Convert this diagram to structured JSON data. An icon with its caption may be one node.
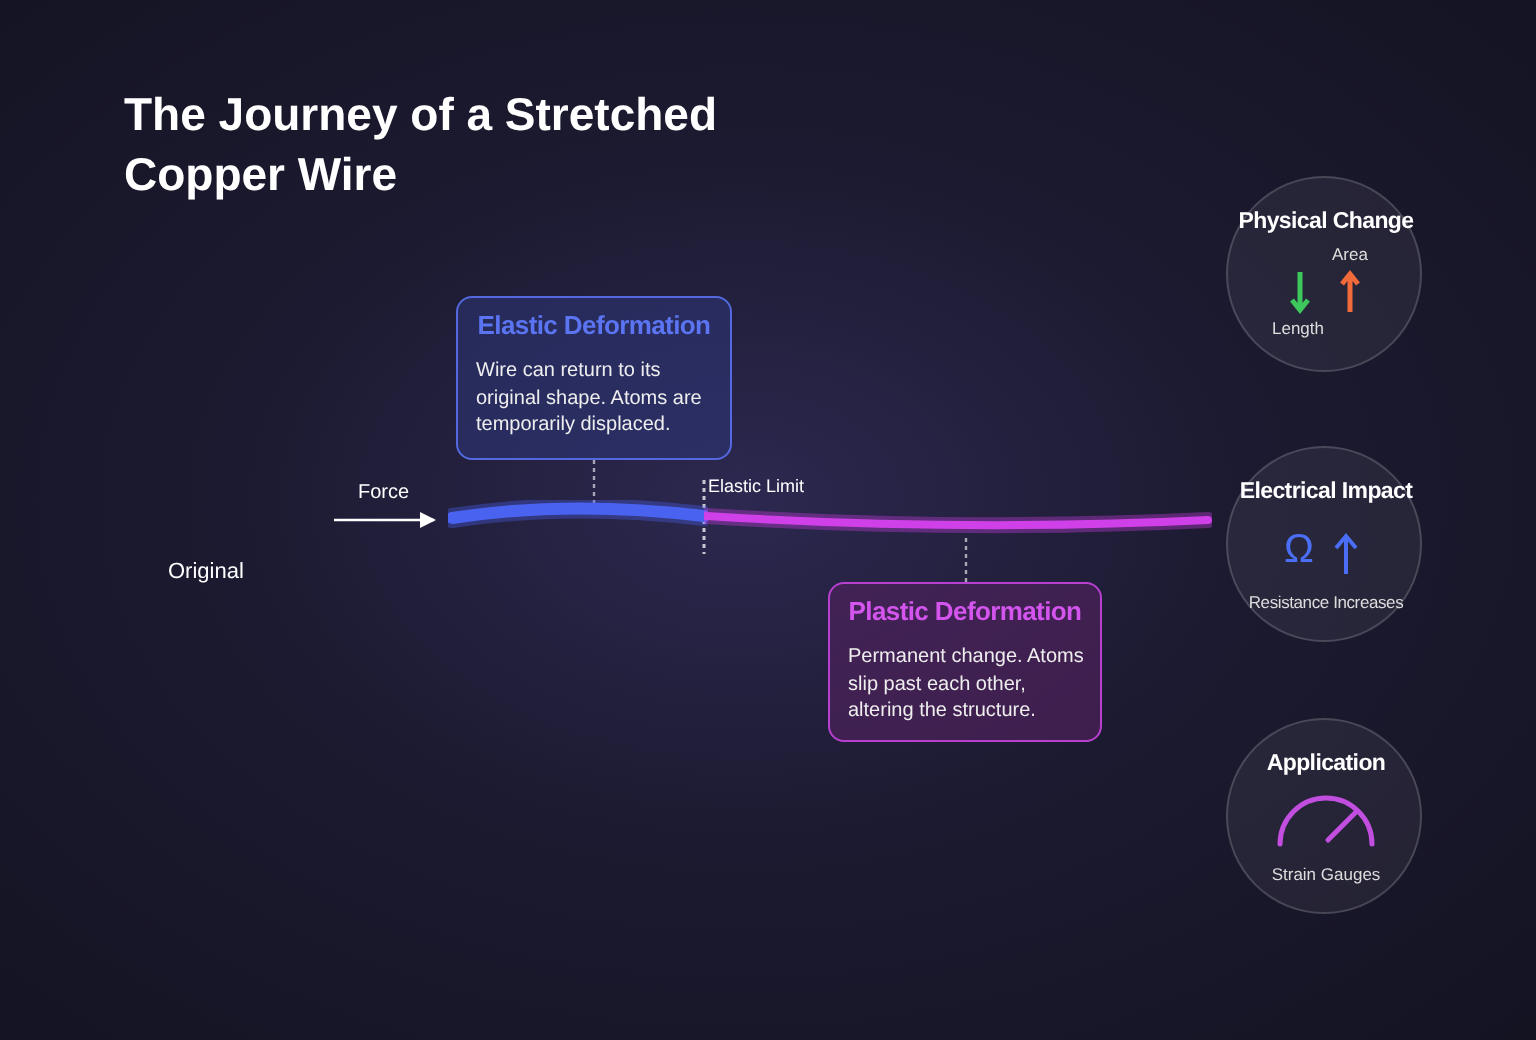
{
  "diagram": {
    "title": "The Journey of a Stretched Copper Wire",
    "nodes": [
      {
        "text": [
          "Elastic Deformation",
          "Wire can return to its original shape. Atoms are temporarily displaced."
        ]
      },
      {
        "text": [],
        "shape": "bar"
      },
      {
        "text": [],
        "shape": "bar"
      },
      {
        "text": [
          "Plastic Deformation",
          "Permanent change. Atoms slip past each other, altering the structure."
        ]
      },
      {
        "text": [
          "Physical Change",
          "Area",
          "Length"
        ]
      },
      {
        "text": [
          "Electrical Impact",
          "Ω",
          "Resistance Increases"
        ]
      },
      {
        "text": [
          "Application",
          "Strain Gauges"
        ]
      }
    ],
    "edges": [
      {
        "from": 0,
        "to": 1,
        "arrow": "none",
        "style": "dashed"
      },
      {
        "from": 3,
        "to": 2,
        "arrow": "none",
        "style": "dashed"
      }
    ],
    "labels": [
      "Force",
      "Elastic Limit",
      "Original"
    ]
  }
}
